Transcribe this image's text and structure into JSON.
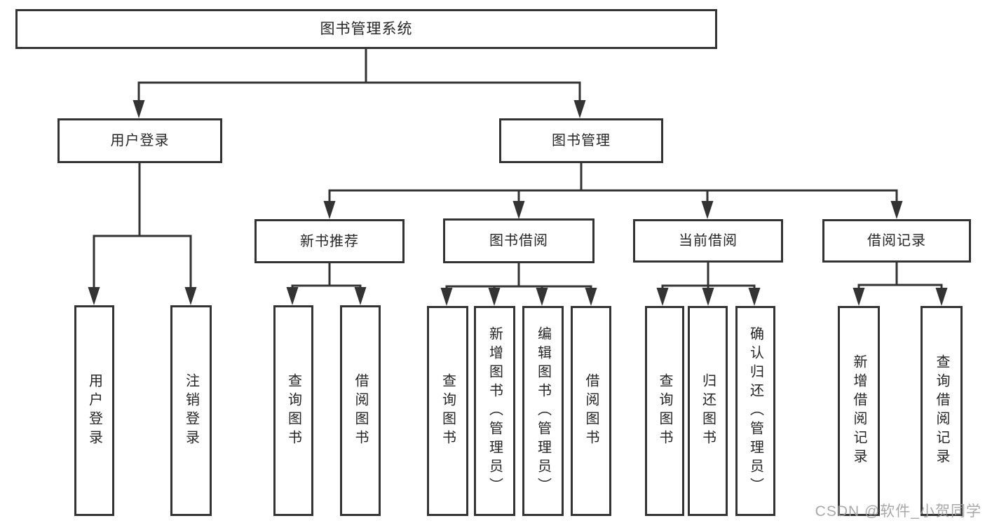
{
  "diagram": {
    "title": "图书管理系统",
    "watermark": "CSDN @软件_小贺同学",
    "colors": {
      "line": "#333333",
      "box_border": "#333333",
      "text": "#262626",
      "watermark": "#9e9e9e",
      "background": "#ffffff"
    },
    "nodes": {
      "root": {
        "label": "图书管理系统"
      },
      "user_login": {
        "label": "用户登录"
      },
      "book_management": {
        "label": "图书管理"
      },
      "new_book_recommend": {
        "label": "新书推荐"
      },
      "book_borrow": {
        "label": "图书借阅"
      },
      "current_borrow": {
        "label": "当前借阅"
      },
      "borrow_record": {
        "label": "借阅记录"
      },
      "login": {
        "label": "用户登录"
      },
      "logout": {
        "label": "注销登录"
      },
      "nb_query_book": {
        "label": "查询图书"
      },
      "nb_borrow_book": {
        "label": "借阅图书"
      },
      "bb_query_book": {
        "label": "查询图书"
      },
      "bb_add_book": {
        "label": "新增图书（管理员）"
      },
      "bb_edit_book": {
        "label": "编辑图书（管理员）"
      },
      "bb_borrow_book": {
        "label": "借阅图书"
      },
      "cb_query_book": {
        "label": "查询图书"
      },
      "cb_return_book": {
        "label": "归还图书"
      },
      "cb_confirm_return": {
        "label": "确认归还（管理员）"
      },
      "br_add_record": {
        "label": "新增借阅记录"
      },
      "br_query_record": {
        "label": "查询借阅记录"
      }
    },
    "hierarchy_note": {
      "root_children": "用户登录, 图书管理",
      "user_login_children": "用户登录, 注销登录",
      "book_management_children": "新书推荐, 图书借阅, 当前借阅, 借阅记录",
      "new_book_recommend_children": "查询图书, 借阅图书",
      "book_borrow_children": "查询图书, 新增图书（管理员）, 编辑图书（管理员）, 借阅图书",
      "current_borrow_children": "查询图书, 归还图书, 确认归还（管理员）",
      "borrow_record_children": "新增借阅记录, 查询借阅记录"
    }
  }
}
